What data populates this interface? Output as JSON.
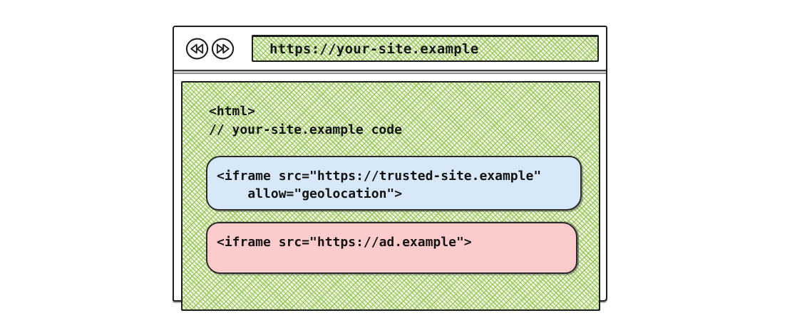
{
  "browser": {
    "url": "https://your-site.example",
    "back_icon": "double-triangle-left",
    "forward_icon": "double-triangle-right"
  },
  "page": {
    "html_open": "<html>",
    "comment": "// your-site.example code",
    "trusted_iframe": {
      "code_line_1": "<iframe src=\"https://trusted-site.example\"",
      "code_line_2": "    allow=\"geolocation\">"
    },
    "ad_iframe": {
      "code_line_1": "<iframe src=\"https://ad.example\">"
    }
  },
  "colors": {
    "ink": "#1d1d1d",
    "hatch_green": "#92c550",
    "trusted_iframe_bg": "#d7e8f8",
    "ad_iframe_bg": "#fccbcb"
  }
}
